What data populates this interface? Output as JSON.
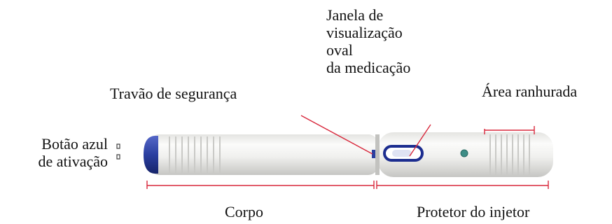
{
  "labels": {
    "activation_button": [
      "Botão azul",
      "de ativação"
    ],
    "safety_lock": "Travão de segurança",
    "view_window": [
      "Janela de",
      "visualização",
      "oval",
      "da medicação"
    ],
    "grip_area": "Área ranhurada",
    "body": "Corpo",
    "needle_shield": "Protetor do injetor"
  },
  "colors": {
    "callout_line": "#d8283c",
    "pen_white": "#f2f2f0",
    "pen_shadow": "#c9c9c6",
    "activation_blue": "#2a3fa0",
    "window_blue": "#1c2d8f",
    "dot_teal": "#3d8d86"
  }
}
